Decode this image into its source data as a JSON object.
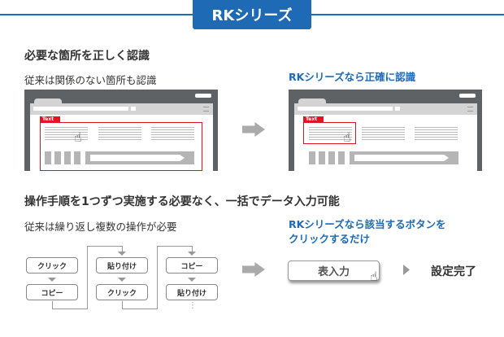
{
  "header": {
    "badge": "RKシリーズ",
    "brand_color": "#1f6ab5"
  },
  "section1": {
    "title": "必要な箇所を正しく認識",
    "left_caption": "従来は関係のない箇所も認識",
    "right_caption": "RKシリーズなら正確に認識",
    "label": "Text",
    "highlight_color": "#e2141f"
  },
  "section2": {
    "title": "操作手順を1つずつ実施する必要なく、一括でデータ入力可能",
    "left_caption": "従来は繰り返し複数の操作が必要",
    "right_caption_line1": "RKシリーズなら該当するボタンを",
    "right_caption_line2": "クリックするだけ",
    "flow": [
      [
        "クリック",
        "コピー"
      ],
      [
        "貼り付け",
        "クリック"
      ],
      [
        "コピー",
        "貼り付け"
      ]
    ],
    "continue_mark": "⋮",
    "button": "表入力",
    "result": "設定完了"
  }
}
